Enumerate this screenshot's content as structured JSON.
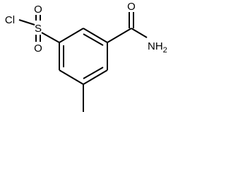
{
  "molecule": {
    "atoms": {
      "chlorine": "Cl",
      "sulfur": "S",
      "sulfonyl_oxygen_top": "O",
      "sulfonyl_oxygen_bottom": "O",
      "carbonyl_oxygen": "O",
      "amide_nitrogen": "NH",
      "amide_nitrogen_subscript": "2"
    }
  },
  "colors": {
    "bond": "#000000",
    "label": "#000000",
    "background": "#ffffff"
  }
}
